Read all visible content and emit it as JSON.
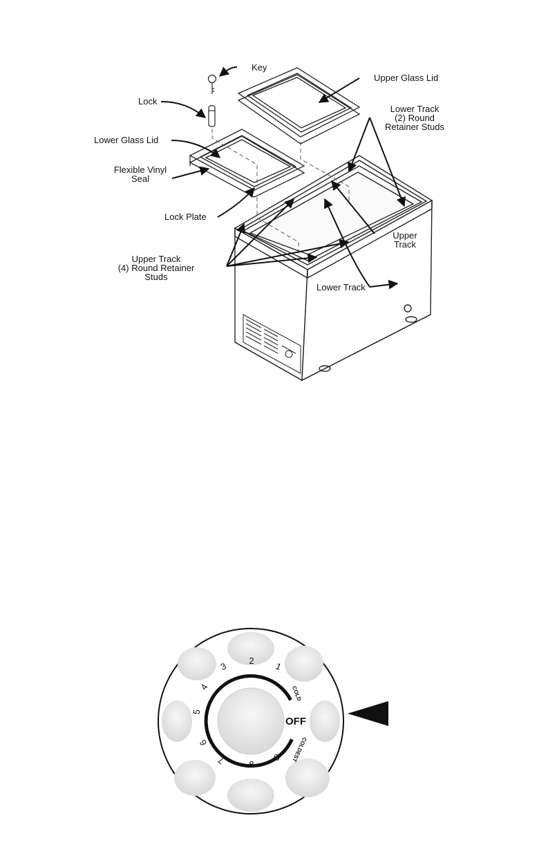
{
  "labels": {
    "key": "Key",
    "lock": "Lock",
    "upper_glass_lid": "Upper Glass Lid",
    "lower_glass_lid": "Lower Glass Lid",
    "lower_track_studs_1": "Lower Track",
    "lower_track_studs_2": "(2) Round",
    "lower_track_studs_3": "Retainer Studs",
    "flexible_vinyl_1": "Flexible Vinyl",
    "flexible_vinyl_2": "Seal",
    "lock_plate": "Lock Plate",
    "upper_track_1": "Upper",
    "upper_track_2": "Track",
    "upper_track_studs_1": "Upper Track",
    "upper_track_studs_2": "(4) Round Retainer",
    "upper_track_studs_3": "Studs",
    "lower_track": "Lower Track"
  },
  "dial": {
    "n1": "1",
    "n2": "2",
    "n3": "3",
    "n4": "4",
    "n5": "5",
    "n6": "6",
    "n7": "7",
    "n8": "8",
    "n9": "9",
    "cold": "COLD",
    "off": "OFF",
    "coldest": "COLDEST"
  }
}
